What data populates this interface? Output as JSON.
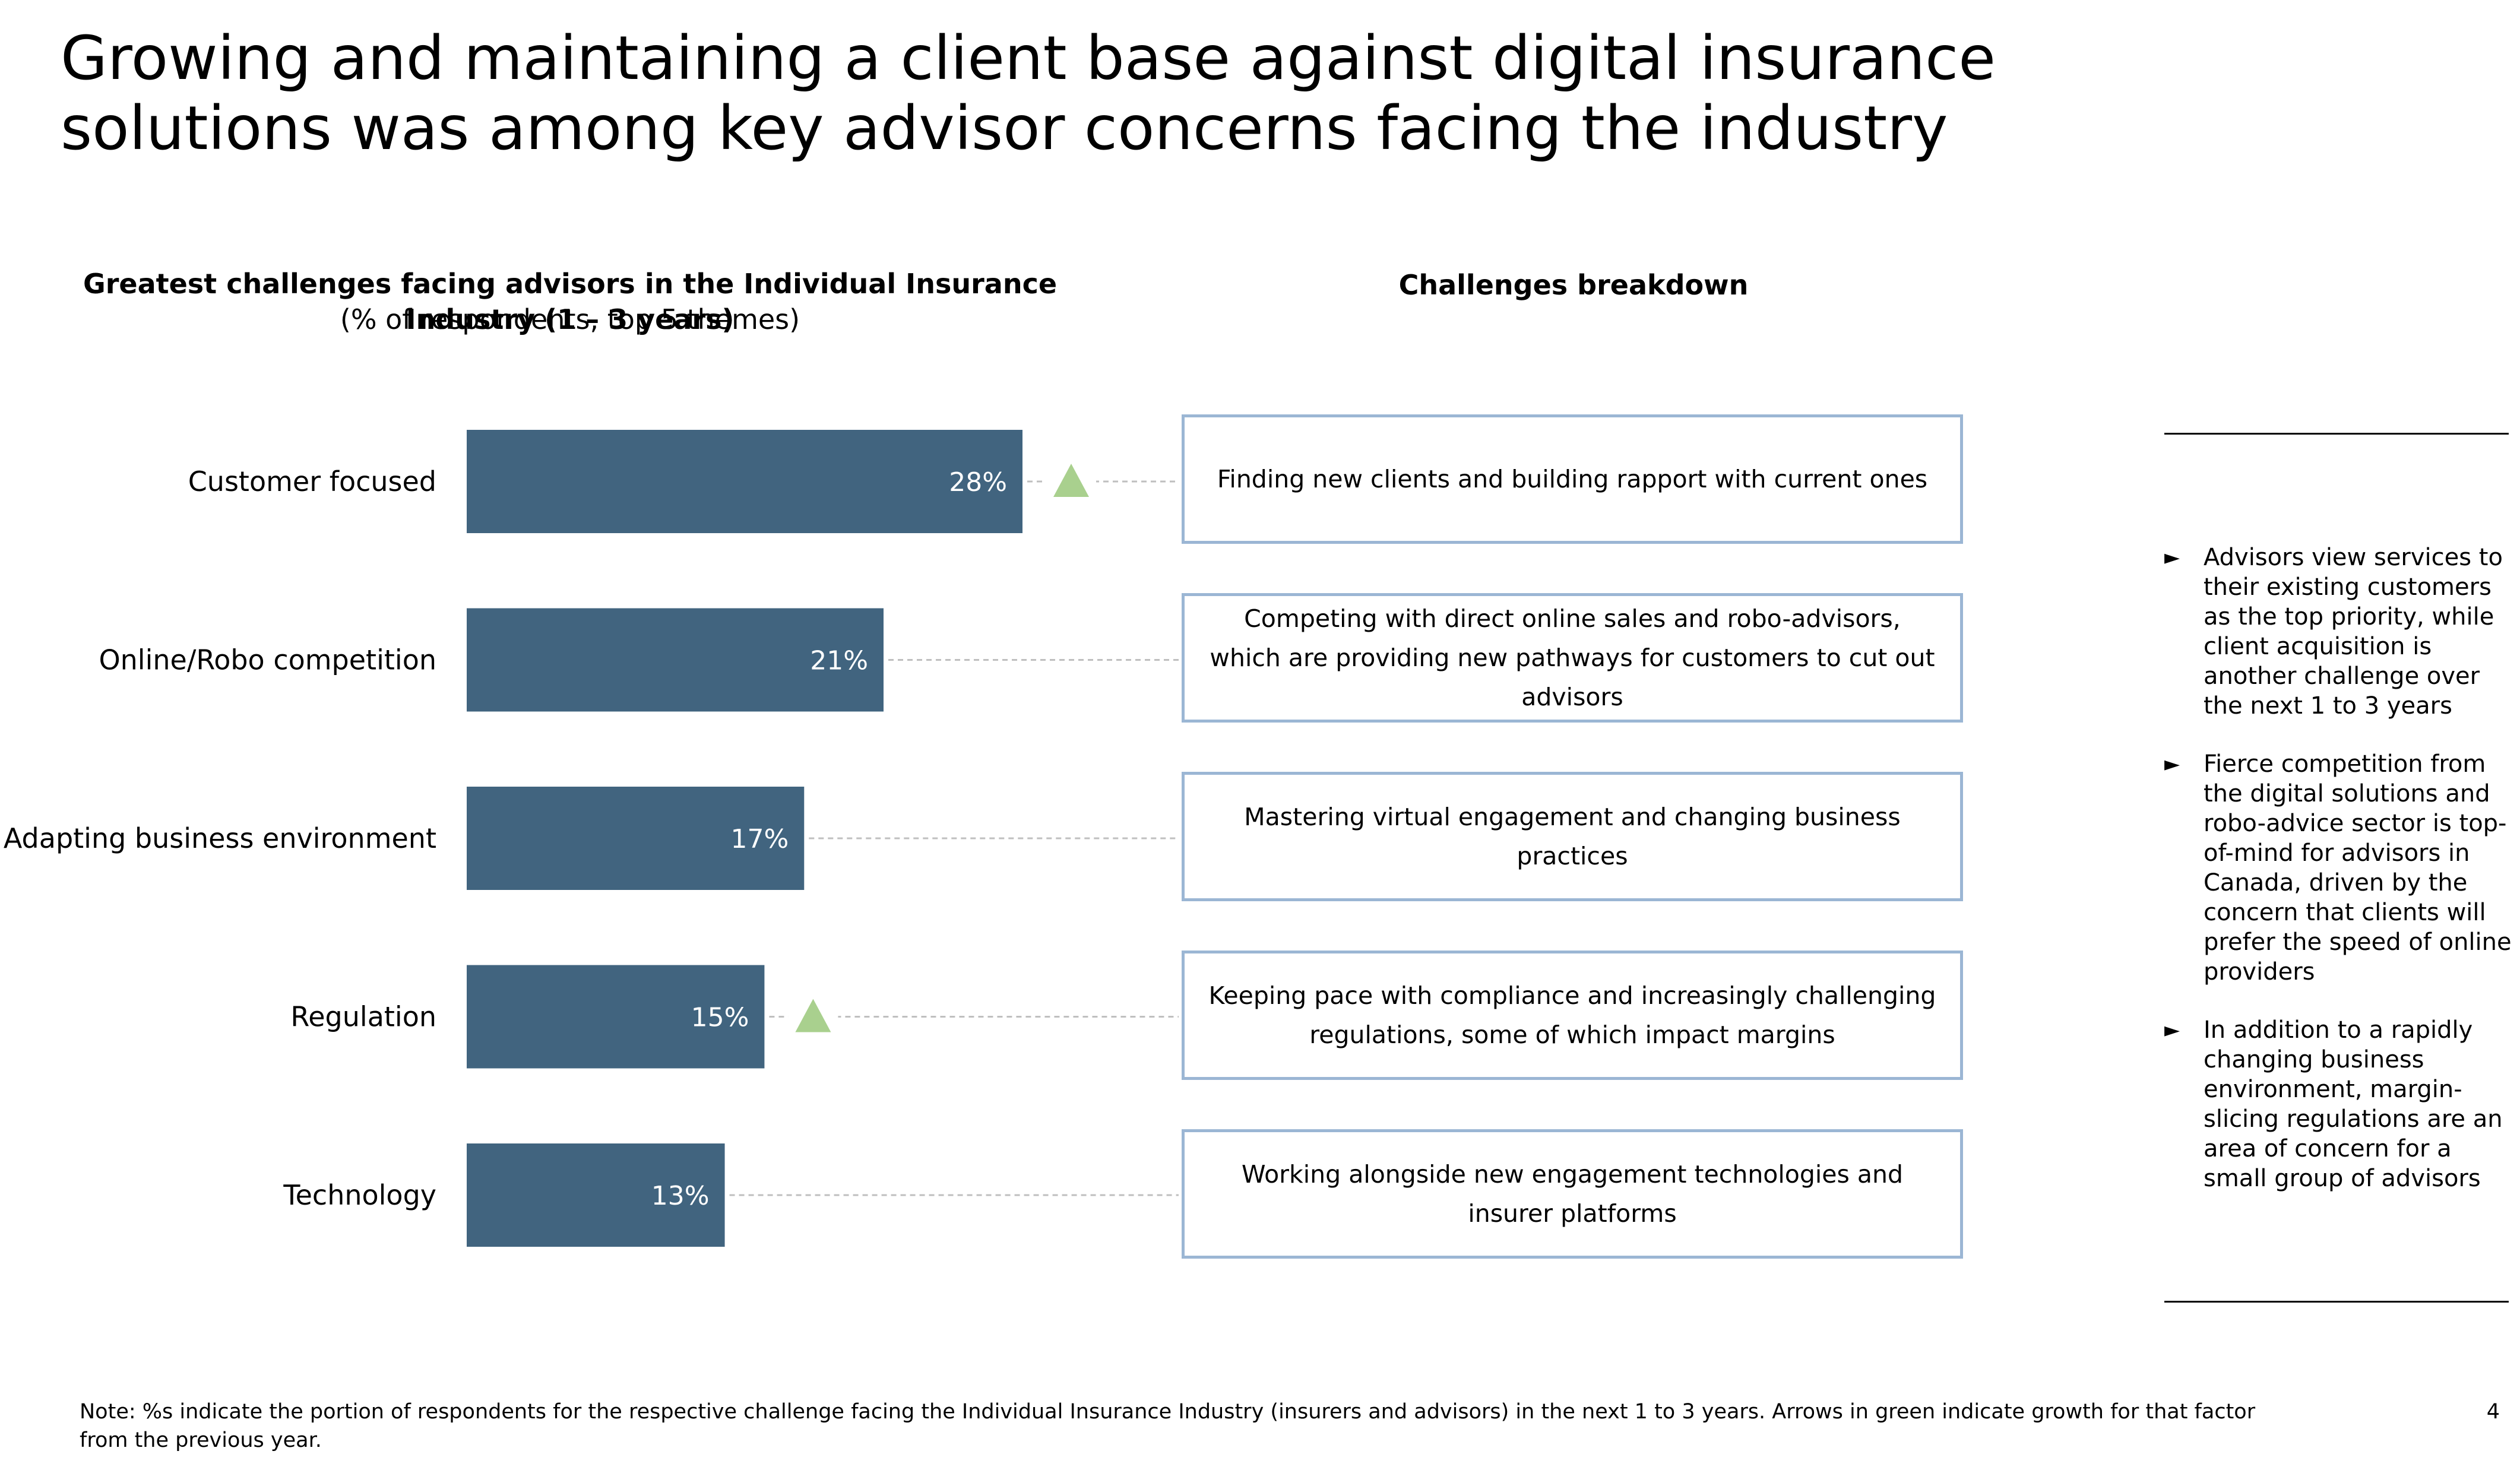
{
  "title": "Growing and maintaining a client base against digital insurance solutions was among key advisor concerns facing the industry",
  "chart_data": {
    "type": "bar",
    "orientation": "horizontal",
    "title": "Greatest challenges facing advisors in the Individual Insurance Industry (1 – 3 years)",
    "subtitle": "(% of respondents, top 5 themes)",
    "categories": [
      "Customer focused",
      "Online/Robo competition",
      "Adapting business environment",
      "Regulation",
      "Technology"
    ],
    "values": [
      28,
      21,
      17,
      15,
      13
    ],
    "value_labels": [
      "28%",
      "21%",
      "17%",
      "15%",
      "13%"
    ],
    "growth_arrow": [
      true,
      false,
      false,
      true,
      false
    ],
    "xlim": [
      0,
      28
    ],
    "grid": false,
    "bar_color": "#41647f",
    "arrow_color": "#a9d08e"
  },
  "breakdown": {
    "title": "Challenges breakdown",
    "items": [
      "Finding new clients and building rapport with current ones",
      "Competing with direct online sales and robo-advisors, which are providing new pathways for customers to cut out advisors",
      "Mastering virtual engagement and changing business practices",
      "Keeping pace with compliance and increasingly challenging regulations, some of which impact margins",
      "Working alongside new engagement technologies and insurer platforms"
    ]
  },
  "sidebar": {
    "bullets": [
      "Advisors view services to their existing customers as the top priority, while client acquisition is another challenge over the next 1 to 3 years",
      "Fierce competition from the digital solutions and robo-advice sector is top-of-mind for advisors in Canada, driven by the concern that clients will prefer the speed of online providers",
      "In addition to a rapidly changing business environment, margin-slicing regulations are an area of concern for a small group of advisors"
    ]
  },
  "note": "Note: %s indicate the portion of respondents for the respective challenge facing the Individual Insurance Industry (insurers and advisors) in the next 1 to 3 years. Arrows in green indicate growth for that factor from the previous year.",
  "page_number": "4",
  "colors": {
    "bar": "#41647f",
    "box_border": "#9bb6d4",
    "growth_arrow": "#a9d08e",
    "connector": "#bfbfbf"
  }
}
